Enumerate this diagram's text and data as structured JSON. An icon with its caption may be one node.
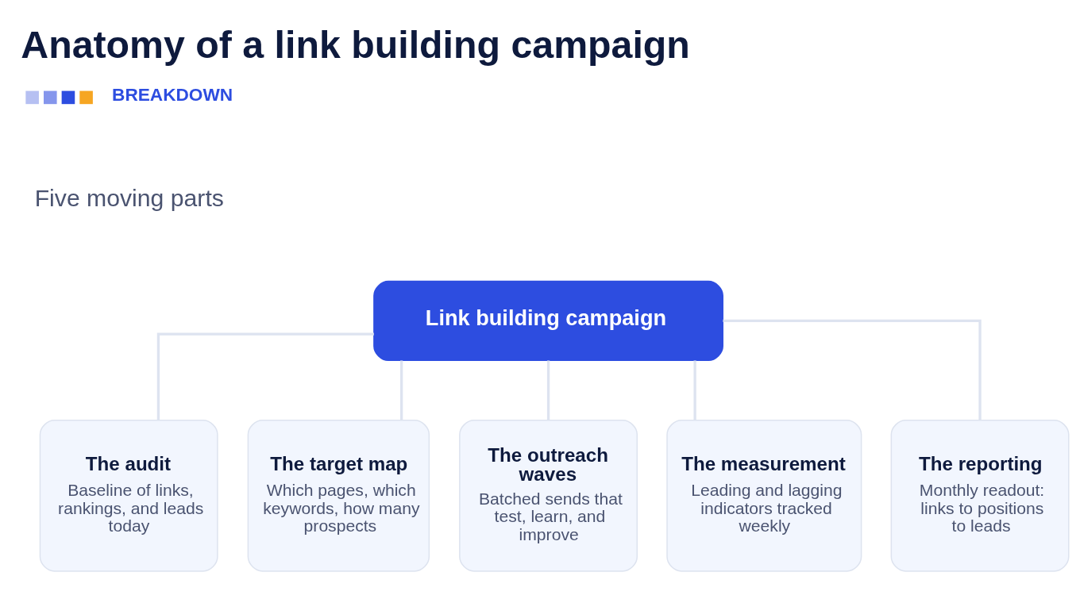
{
  "diagram": {
    "title": "Anatomy of a link building campaign",
    "nodes": [
      {
        "text": [
          "Link building campaign"
        ]
      },
      {
        "text": [
          "The audit",
          "Baseline of links, rankings, and leads today"
        ]
      },
      {
        "text": [
          "The target map",
          "Which pages, which keywords, how many prospects"
        ]
      },
      {
        "text": [
          "The outreach waves",
          "Batched sends that test, learn, and improve"
        ]
      },
      {
        "text": [
          "The measurement",
          "Leading and lagging indicators tracked weekly"
        ]
      },
      {
        "text": [
          "The reporting",
          "Monthly readout: links to positions to leads"
        ]
      }
    ],
    "edges": [
      {
        "from": 0,
        "to": 1,
        "arrow": "none"
      },
      {
        "from": 0,
        "to": 2,
        "arrow": "none"
      },
      {
        "from": 0,
        "to": 3,
        "arrow": "none"
      },
      {
        "from": 0,
        "to": 4,
        "arrow": "none"
      },
      {
        "from": 0,
        "to": 5,
        "arrow": "none"
      }
    ],
    "labels": [
      "BREAKDOWN",
      "Five moving parts"
    ]
  }
}
